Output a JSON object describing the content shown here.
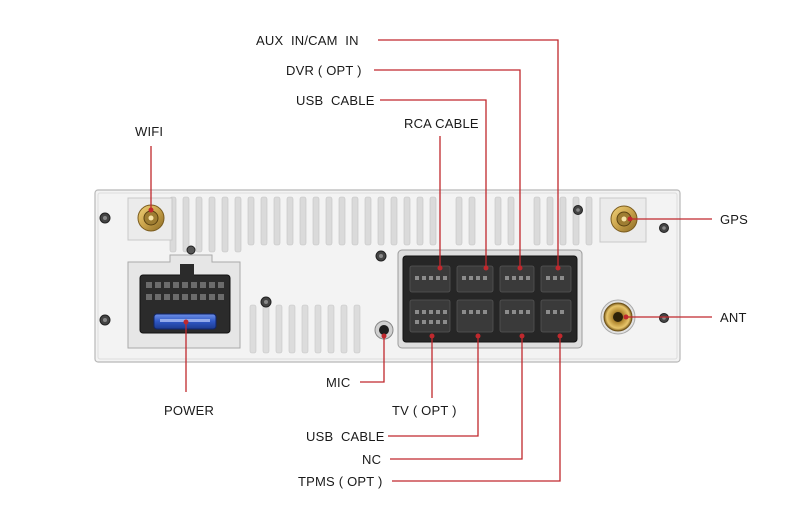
{
  "labels": {
    "aux_in": "AUX  IN/CAM  IN",
    "dvr": "DVR ( OPT )",
    "usb_cable_top": "USB  CABLE",
    "rca_cable": "RCA CABLE",
    "wifi": "WIFI",
    "gps": "GPS",
    "ant": "ANT",
    "mic": "MIC",
    "power": "POWER",
    "tv": "TV ( OPT )",
    "usb_cable_bottom": "USB  CABLE",
    "nc": "NC",
    "tpms": "TPMS ( OPT )"
  },
  "colors": {
    "leader_line": "#c0282d",
    "chassis": "#f1f1f1",
    "chassis_edge": "#bdbdbd",
    "connector": "#2b2b2b",
    "fuse": "#2e57c4",
    "antenna_gold": "#c9a24a"
  }
}
